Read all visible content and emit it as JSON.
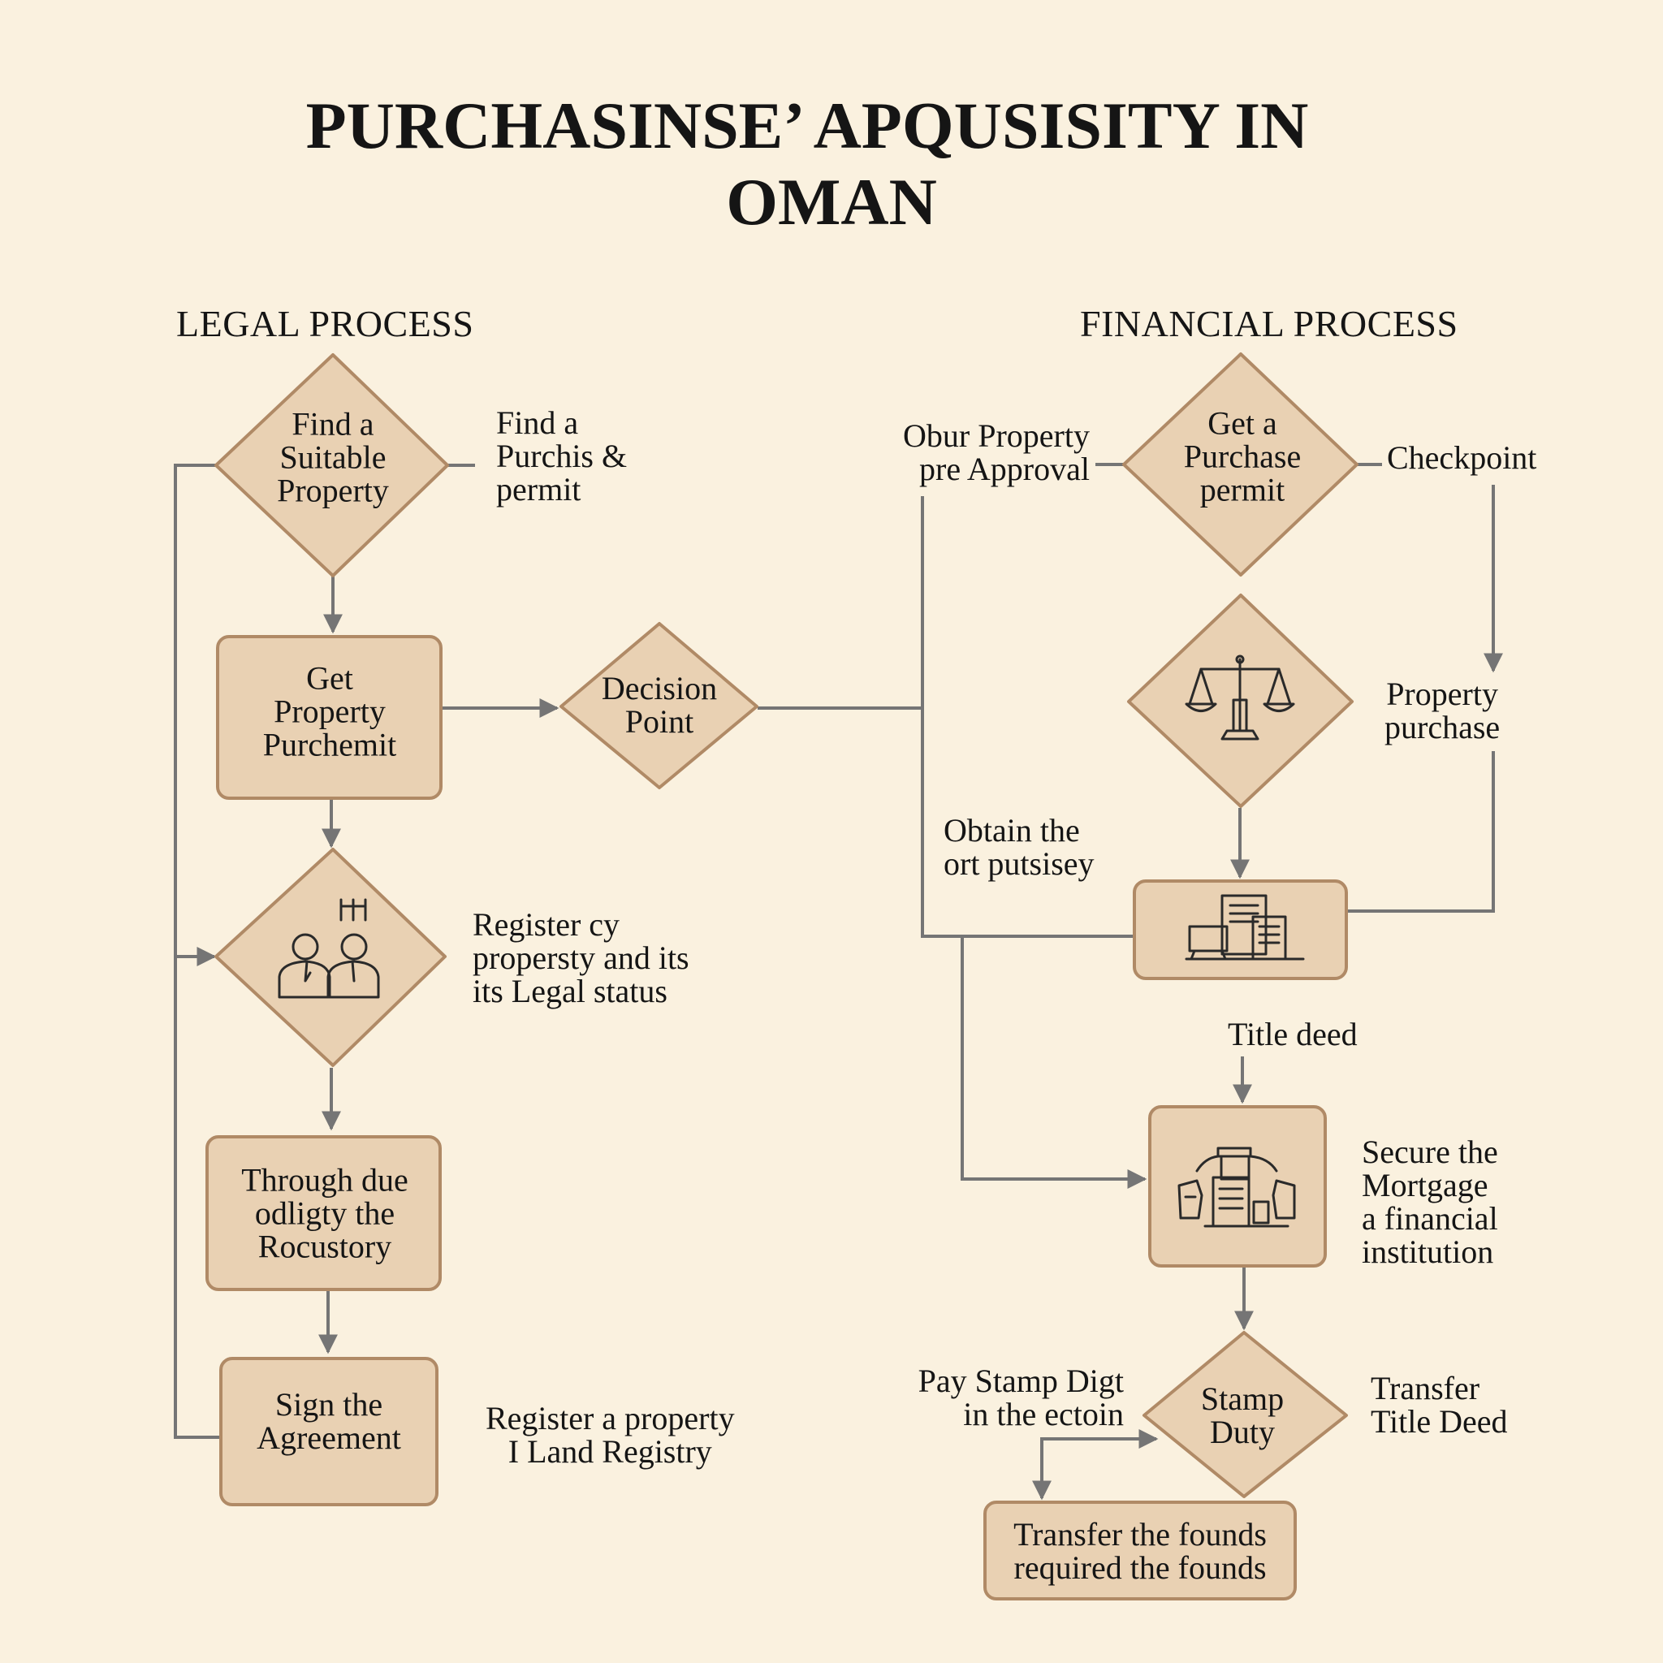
{
  "title": {
    "line1": "PURCHASINSE’ APQUSISITY IN",
    "line2": "OMAN"
  },
  "legal": {
    "heading": "LEGAL PROCESS",
    "node_find_property": [
      "Find a",
      "Suitable",
      "Property"
    ],
    "node_get_permit": [
      "Get",
      "Property",
      "Purchemit"
    ],
    "node_decision": [
      "Decision",
      "Point"
    ],
    "node_due_diligence": [
      "Through due",
      "odligty the",
      "Rocustory"
    ],
    "node_sign": [
      "Sign the",
      "Agreement"
    ],
    "note_find_permit": [
      "Find a",
      "Purchis &",
      "permit"
    ],
    "note_register_status": [
      "Register  cy",
      "propersty and its",
      "its Legal status"
    ],
    "note_land_registry": [
      "Register a property",
      "I  Land Registry"
    ],
    "icon_register": "two-people-icon"
  },
  "financial": {
    "heading": "FINANCIAL PROCESS",
    "node_purchase_permit": [
      "Get a",
      "Purchase",
      "permit"
    ],
    "node_stamp_duty": [
      "Stamp",
      "Duty"
    ],
    "node_transfer_funds": [
      "Transfer the founds",
      "required the founds"
    ],
    "note_preapproval": [
      "Obur Property",
      "pre Approval"
    ],
    "note_checkpoint": "Checkpoint",
    "note_property_purchase": [
      "Property",
      "purchase"
    ],
    "note_obtain": [
      "Obtain the",
      "ort putsisey"
    ],
    "note_title_deed": "Title deed",
    "note_mortgage": [
      "Secure the",
      "Mortgage",
      "a financial",
      "institution"
    ],
    "note_pay_stamp": [
      "Pay Stamp Digt",
      "in the ectoin"
    ],
    "note_transfer_deed": [
      "Transfer",
      "Title Deed"
    ],
    "icon_scales": "scales-of-justice-icon",
    "icon_documents": "documents-icon",
    "icon_mortgage": "mortgage-documents-icon"
  },
  "colors": {
    "background": "#faf1df",
    "node_fill": "#e9d1b3",
    "node_border": "#b08a66",
    "connector": "#757575",
    "text": "#151515"
  }
}
